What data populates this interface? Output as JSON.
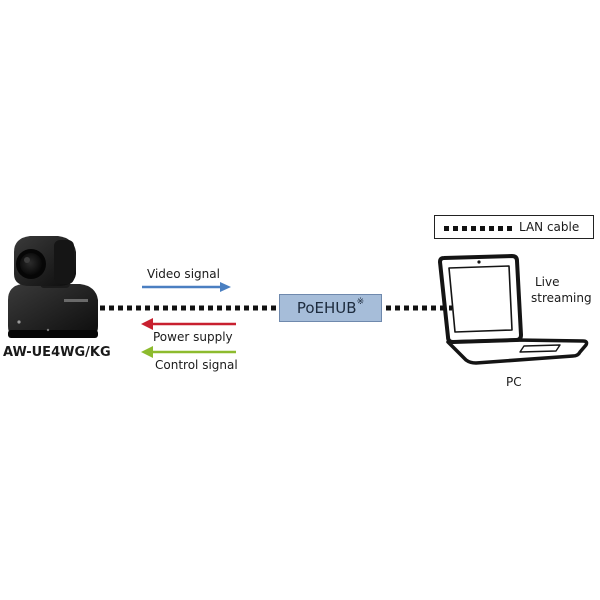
{
  "legend": {
    "cable_label": "LAN cable"
  },
  "devices": {
    "camera_model": "AW-UE4WG/KG",
    "hub_label": "PoEHUB",
    "hub_footnote_mark": "※",
    "pc_label": "PC"
  },
  "signals": {
    "video": "Video signal",
    "power": "Power supply",
    "control": "Control signal",
    "live_line1": "Live",
    "live_line2": "streaming"
  },
  "colors": {
    "video_arrow": "#4a7fc1",
    "power_arrow": "#c8202f",
    "control_arrow": "#8dbb2e",
    "hub_fill": "#a6bdd9",
    "cable": "#111111"
  }
}
